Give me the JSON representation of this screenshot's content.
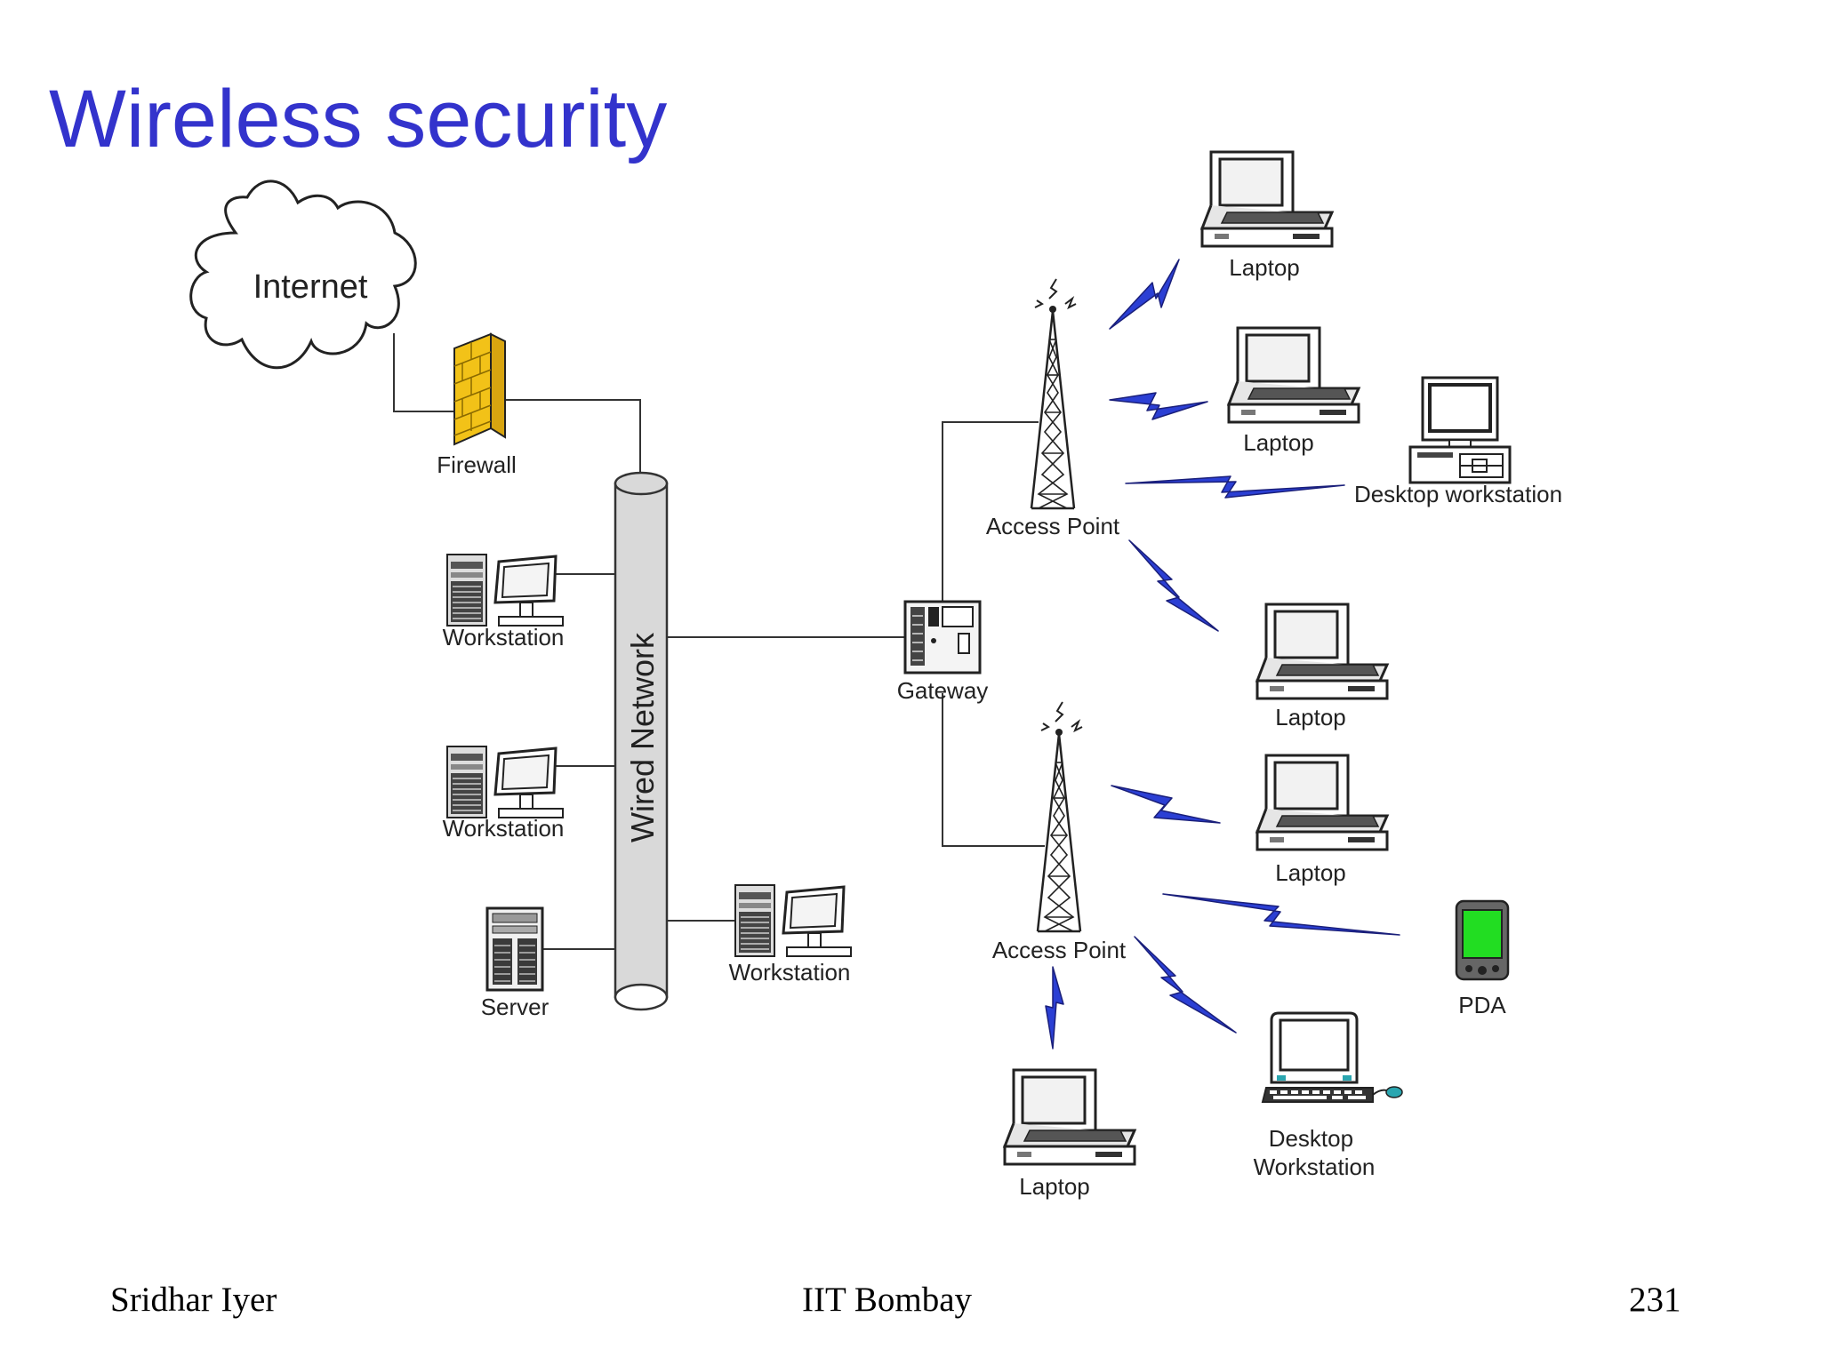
{
  "title": "Wireless security",
  "footer": {
    "author": "Sridhar Iyer",
    "institution": "IIT Bombay",
    "page": "231"
  },
  "colors": {
    "title": "#3333cc",
    "lightning": "#2b3fd4",
    "firewall": "#f2c218",
    "pda_screen": "#22dd22"
  },
  "diagram": {
    "cloud_label": "Internet",
    "firewall_label": "Firewall",
    "backbone_label": "Wired Network",
    "gateway_label": "Gateway",
    "wired_nodes": [
      "Workstation",
      "Workstation",
      "Server",
      "Workstation"
    ],
    "access_points": [
      "Access Point",
      "Access Point"
    ],
    "wireless_top": [
      "Laptop",
      "Laptop",
      "Desktop workstation",
      "Laptop"
    ],
    "wireless_bottom": [
      "Laptop",
      "PDA",
      "Laptop"
    ],
    "desktop_workstation_lines": [
      "Desktop",
      "Workstation"
    ]
  },
  "icons": [
    "cloud-icon",
    "firewall-icon",
    "workstation-icon",
    "server-icon",
    "gateway-icon",
    "antenna-tower-icon",
    "laptop-icon",
    "desktop-icon",
    "pda-icon",
    "lightning-icon"
  ]
}
